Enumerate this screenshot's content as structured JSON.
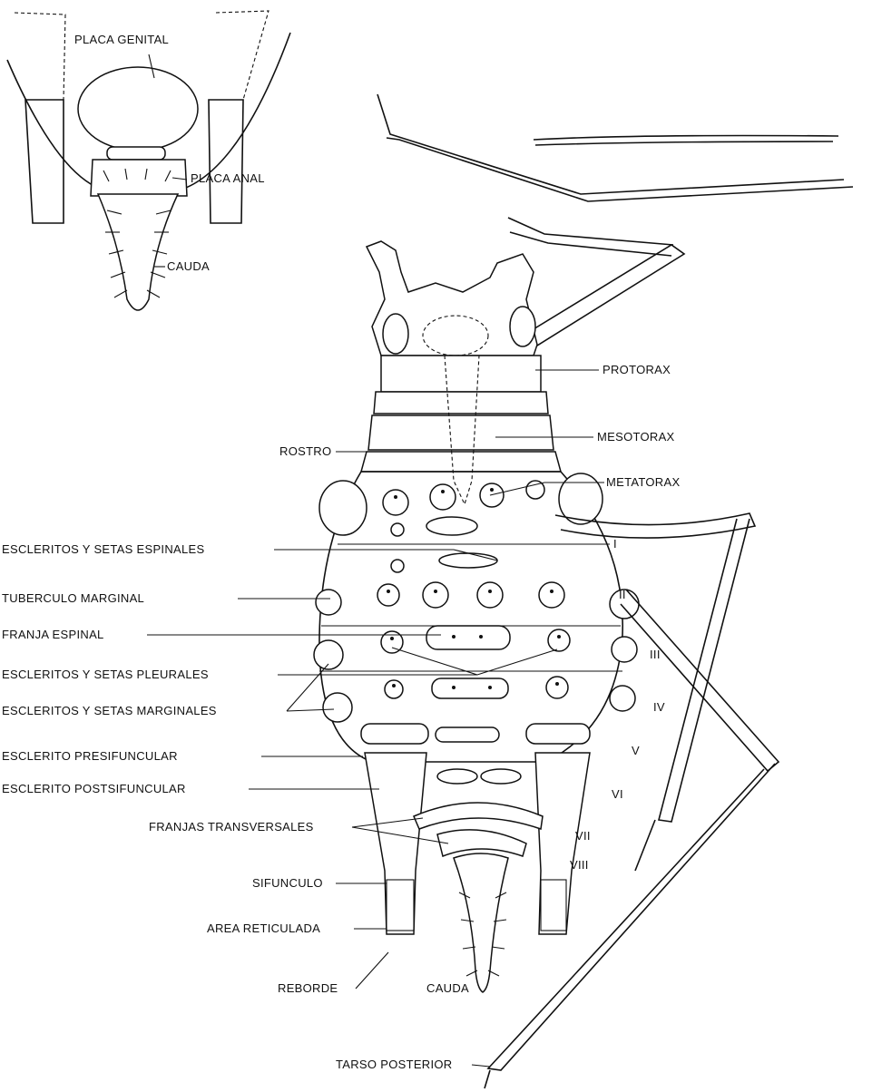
{
  "labels": {
    "placa_genital": "PLACA GENITAL",
    "placa_anal": "PLACA ANAL",
    "cauda_top": "CAUDA",
    "protorax": "PROTORAX",
    "mesotorax": "MESOTORAX",
    "metatorax": "METATORAX",
    "rostro": "ROSTRO",
    "escleritos_espinales": "ESCLERITOS Y SETAS ESPINALES",
    "tuberculo_marginal": "TUBERCULO MARGINAL",
    "franja_espinal": "FRANJA ESPINAL",
    "escleritos_pleurales": "ESCLERITOS Y SETAS PLEURALES",
    "escleritos_marginales": "ESCLERITOS Y SETAS MARGINALES",
    "esclerito_presifuncular": "ESCLERITO PRESIFUNCULAR",
    "esclerito_postsifuncular": "ESCLERITO POSTSIFUNCULAR",
    "franjas_transversales": "FRANJAS TRANSVERSALES",
    "sifunculo": "SIFUNCULO",
    "area_reticulada": "AREA RETICULADA",
    "reborde": "REBORDE",
    "cauda_bottom": "CAUDA",
    "tarso_posterior": "TARSO POSTERIOR"
  },
  "segments": [
    "I",
    "II",
    "III",
    "IV",
    "V",
    "VI",
    "VII",
    "VIII"
  ],
  "colors": {
    "ink": "#111111",
    "paper": "#ffffff"
  }
}
